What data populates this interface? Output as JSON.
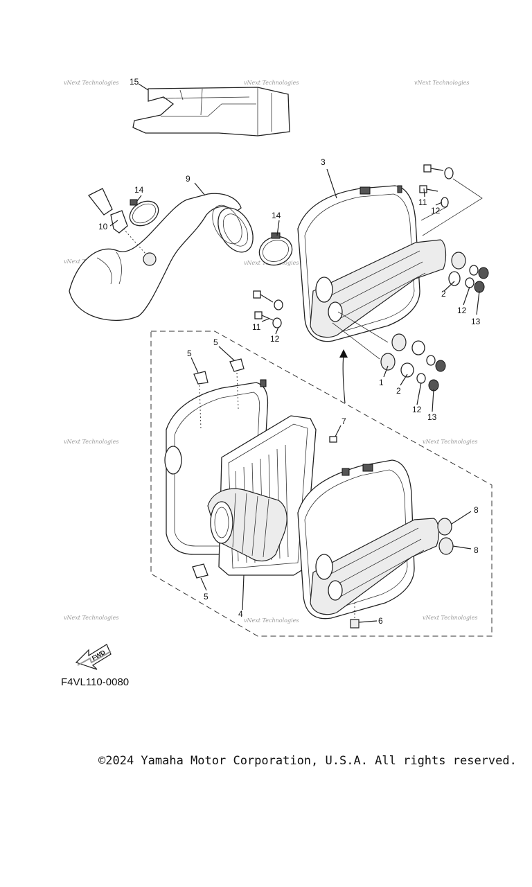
{
  "watermark_text": "vNext Technologies",
  "callouts": {
    "c1": "1",
    "c2a": "2",
    "c2b": "2",
    "c3": "3",
    "c4": "4",
    "c5a": "5",
    "c5b": "5",
    "c5c": "5",
    "c6": "6",
    "c7": "7",
    "c8a": "8",
    "c8b": "8",
    "c9": "9",
    "c10": "10",
    "c11a": "11",
    "c11b": "11",
    "c12a": "12",
    "c12b": "12",
    "c12c": "12",
    "c12d": "12",
    "c13a": "13",
    "c13b": "13",
    "c14a": "14",
    "c14b": "14",
    "c15": "15"
  },
  "fwd_label": "FWD",
  "ref_code": "F4VL110-0080",
  "copyright": "©2024 Yamaha Motor Corporation, U.S.A. All rights reserved."
}
